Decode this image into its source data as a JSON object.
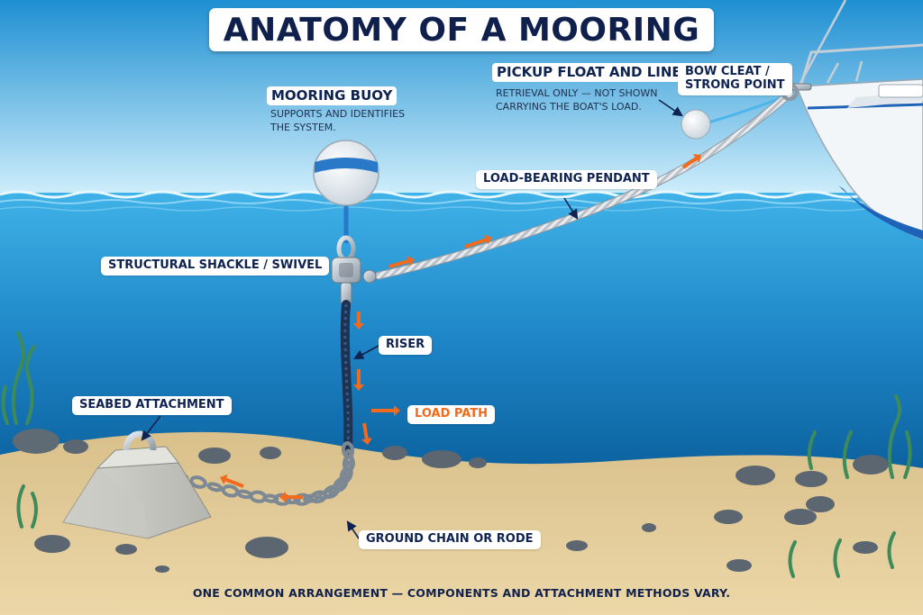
{
  "title": "ANATOMY OF A MOORING",
  "labels": {
    "pickup_float": {
      "title": "PICKUP FLOAT AND LINE",
      "description_line1": "RETRIEVAL ONLY — NOT SHOWN",
      "description_line2": "CARRYING THE BOAT'S LOAD."
    },
    "bow_cleat": {
      "line1": "BOW CLEAT /",
      "line2": "STRONG POINT"
    },
    "mooring_buoy": {
      "title": "MOORING BUOY",
      "description_line1": "SUPPORTS AND IDENTIFIES",
      "description_line2": "THE SYSTEM."
    },
    "pendant": "LOAD-BEARING PENDANT",
    "shackle": "STRUCTURAL SHACKLE / SWIVEL",
    "riser": "RISER",
    "load_path": "LOAD PATH",
    "seabed_attachment": "SEABED ATTACHMENT",
    "ground_chain": "GROUND CHAIN OR RODE"
  },
  "footnote": "ONE COMMON ARRANGEMENT — COMPONENTS AND ATTACHMENT METHODS VARY.",
  "colors": {
    "sky_top": "#1e8fd2",
    "sky_bottom": "#cfeefb",
    "water_top": "#3fb2e8",
    "water_bottom": "#0a5f9c",
    "sand": "#e6cf9e",
    "label_text": "#0f2350",
    "load_arrow": "#f26a1b",
    "buoy_band": "#2a78c8",
    "hull_stripe": "#1e63b8"
  }
}
